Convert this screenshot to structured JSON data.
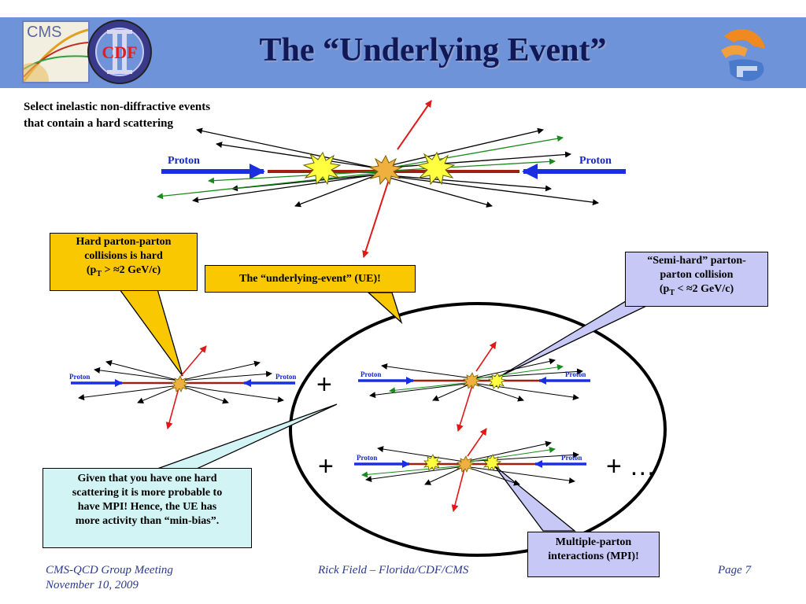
{
  "header": {
    "title": "The “Underlying Event”",
    "logos": {
      "cms_text": "CMS",
      "cdf_text": "CDF"
    }
  },
  "intro": {
    "line1": "Select inelastic non-diffractive events",
    "line2": "that contain a hard scattering"
  },
  "proton_label": "Proton",
  "callouts": {
    "hard_collision": {
      "line1": "Hard parton-parton",
      "line2": "collisions is hard",
      "line3_prefix": "(p",
      "line3_sub": "T",
      "line3_suffix": " > ≈2 GeV/c)"
    },
    "underlying_event": "The “underlying-event” (UE)!",
    "semi_hard": {
      "line1": "“Semi-hard” parton-",
      "line2": "parton collision",
      "line3_prefix": "(p",
      "line3_sub": "T",
      "line3_suffix": " < ≈2 GeV/c)"
    },
    "given_hard": {
      "line1": "Given that you have one hard",
      "line2": "scattering it is more probable to",
      "line3": "have MPI!   Hence, the UE has",
      "line4": "more activity than “min-bias”."
    },
    "mpi": {
      "line1": "Multiple-parton",
      "line2": "interactions (MPI)!"
    }
  },
  "plus_signs": {
    "plus": "+",
    "plus_more": "+ …"
  },
  "footer": {
    "meeting": "CMS-QCD Group Meeting",
    "date": "November 10, 2009",
    "author": "Rick Field – Florida/CDF/CMS",
    "page": "Page 7"
  },
  "colors": {
    "header_band": "#6f93d9",
    "title": "#101858",
    "proton_beam": "#1a30e0",
    "hard_track": "#e01818",
    "soft_track": "#000000",
    "green_track": "#1a8a1a",
    "star_fill": "#ffff40",
    "yellow_box": "#f9c800",
    "lavender_box": "#c8c8f6",
    "cyan_box": "#d2f4f4"
  }
}
